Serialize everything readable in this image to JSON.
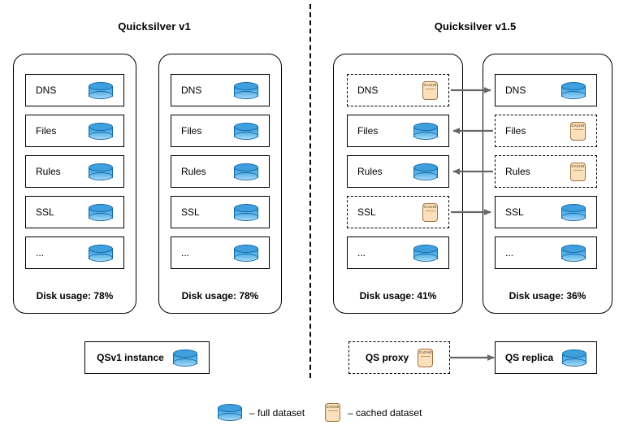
{
  "diagram": {
    "title_left": "Quicksilver v1",
    "title_right": "Quicksilver v1.5",
    "divider": "vertical-dashed-divider"
  },
  "v1": {
    "instances": [
      {
        "name": "qsv1-instance-1",
        "rows": [
          {
            "label": "DNS",
            "icon": "full",
            "style": "solid"
          },
          {
            "label": "Files",
            "icon": "full",
            "style": "solid"
          },
          {
            "label": "Rules",
            "icon": "full",
            "style": "solid"
          },
          {
            "label": "SSL",
            "icon": "full",
            "style": "solid"
          },
          {
            "label": "...",
            "icon": "full",
            "style": "solid"
          }
        ],
        "disk_usage": "Disk usage: 78%"
      },
      {
        "name": "qsv1-instance-2",
        "rows": [
          {
            "label": "DNS",
            "icon": "full",
            "style": "solid"
          },
          {
            "label": "Files",
            "icon": "full",
            "style": "solid"
          },
          {
            "label": "Rules",
            "icon": "full",
            "style": "solid"
          },
          {
            "label": "SSL",
            "icon": "full",
            "style": "solid"
          },
          {
            "label": "...",
            "icon": "full",
            "style": "solid"
          }
        ],
        "disk_usage": "Disk usage: 78%"
      }
    ],
    "legend_box": {
      "label": "QSv1 instance",
      "icon": "full",
      "style": "solid"
    }
  },
  "v15": {
    "instances": [
      {
        "name": "qsv15-instance-1",
        "rows": [
          {
            "label": "DNS",
            "icon": "cache",
            "style": "dashed"
          },
          {
            "label": "Files",
            "icon": "full",
            "style": "solid"
          },
          {
            "label": "Rules",
            "icon": "full",
            "style": "solid"
          },
          {
            "label": "SSL",
            "icon": "cache",
            "style": "dashed"
          },
          {
            "label": "...",
            "icon": "full",
            "style": "solid"
          }
        ],
        "disk_usage": "Disk usage: 41%"
      },
      {
        "name": "qsv15-instance-2",
        "rows": [
          {
            "label": "DNS",
            "icon": "full",
            "style": "solid"
          },
          {
            "label": "Files",
            "icon": "cache",
            "style": "dashed"
          },
          {
            "label": "Rules",
            "icon": "cache",
            "style": "dashed"
          },
          {
            "label": "SSL",
            "icon": "full",
            "style": "solid"
          },
          {
            "label": "...",
            "icon": "full",
            "style": "solid"
          }
        ],
        "disk_usage": "Disk usage: 36%"
      }
    ],
    "arrows": [
      {
        "name": "arrow-dns-left-to-right",
        "direction": "right"
      },
      {
        "name": "arrow-files-right-to-left",
        "direction": "left"
      },
      {
        "name": "arrow-rules-right-to-left",
        "direction": "left"
      },
      {
        "name": "arrow-ssl-left-to-right",
        "direction": "right"
      }
    ],
    "legend_boxes": [
      {
        "label": "QS proxy",
        "icon": "cache",
        "style": "dashed"
      },
      {
        "label": "QS replica",
        "icon": "full",
        "style": "solid"
      }
    ],
    "legend_arrow": {
      "name": "arrow-proxy-to-replica",
      "direction": "right"
    }
  },
  "key": {
    "items": [
      {
        "icon": "full",
        "text": "– full dataset"
      },
      {
        "icon": "cache",
        "text": "– cached dataset"
      }
    ]
  },
  "icons": {
    "full_dataset": "database-cylinder-icon",
    "cached_dataset": "cache-card-icon",
    "cache_card_text": "CACHE"
  },
  "colors": {
    "cylinder_fill": "#57b2e8",
    "cylinder_stroke": "#1668a8",
    "cache_fill": "#fae0bd",
    "cache_stroke": "#a2703a",
    "line": "#000000",
    "arrow": "#666666",
    "background": "#ffffff"
  }
}
